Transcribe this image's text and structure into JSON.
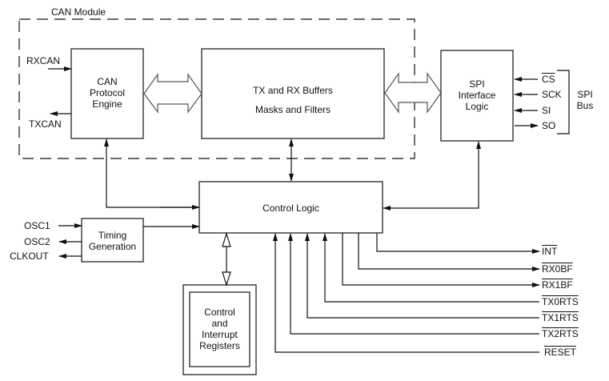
{
  "module": {
    "label": "CAN Module"
  },
  "blocks": {
    "can_engine": {
      "lines": [
        "CAN",
        "Protocol",
        "Engine"
      ]
    },
    "buffers": {
      "lines": [
        "TX and RX Buffers",
        "Masks and Filters"
      ]
    },
    "spi": {
      "lines": [
        "SPI",
        "Interface",
        "Logic"
      ]
    },
    "control_logic": {
      "label": "Control Logic"
    },
    "timing": {
      "lines": [
        "Timing",
        "Generation"
      ]
    },
    "registers": {
      "lines": [
        "Control",
        "and",
        "Interrupt",
        "Registers"
      ]
    }
  },
  "can_signals": {
    "rx": "RXCAN",
    "tx": "TXCAN"
  },
  "spi_bus": {
    "label_lines": [
      "SPI",
      "Bus"
    ],
    "pins": [
      "CS",
      "SCK",
      "SI",
      "SO"
    ]
  },
  "clock_pins": [
    "OSC1",
    "OSC2",
    "CLKOUT"
  ],
  "control_pins": [
    "INT",
    "RX0BF",
    "RX1BF",
    "TX0RTS",
    "TX1RTS",
    "TX2RTS",
    "RESET"
  ]
}
